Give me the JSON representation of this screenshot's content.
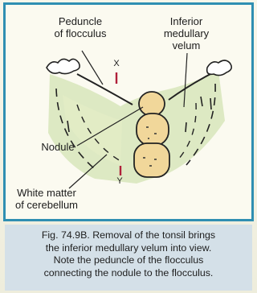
{
  "labels": {
    "peduncle": [
      "Peduncle",
      "of flocculus"
    ],
    "inferior_velum": [
      "Inferior",
      "medullary",
      "velum"
    ],
    "x_mark": "X",
    "y_mark": "Y",
    "nodule": "Nodule",
    "white_matter": [
      "White matter",
      "of cerebellum"
    ]
  },
  "caption": {
    "lines": [
      "Fig. 74.9B. Removal of the tonsil brings",
      "the inferior medullary velum into view.",
      "Note the peduncle of the flocculus",
      "connecting the nodule to the flocculus."
    ]
  },
  "colors": {
    "frame": "#2f8fb2",
    "green_fill": "#d3e3b4",
    "nodule_fill": "#f1d79a",
    "caption_bg": "#d4e0e8",
    "mark_red": "#b0203a"
  }
}
